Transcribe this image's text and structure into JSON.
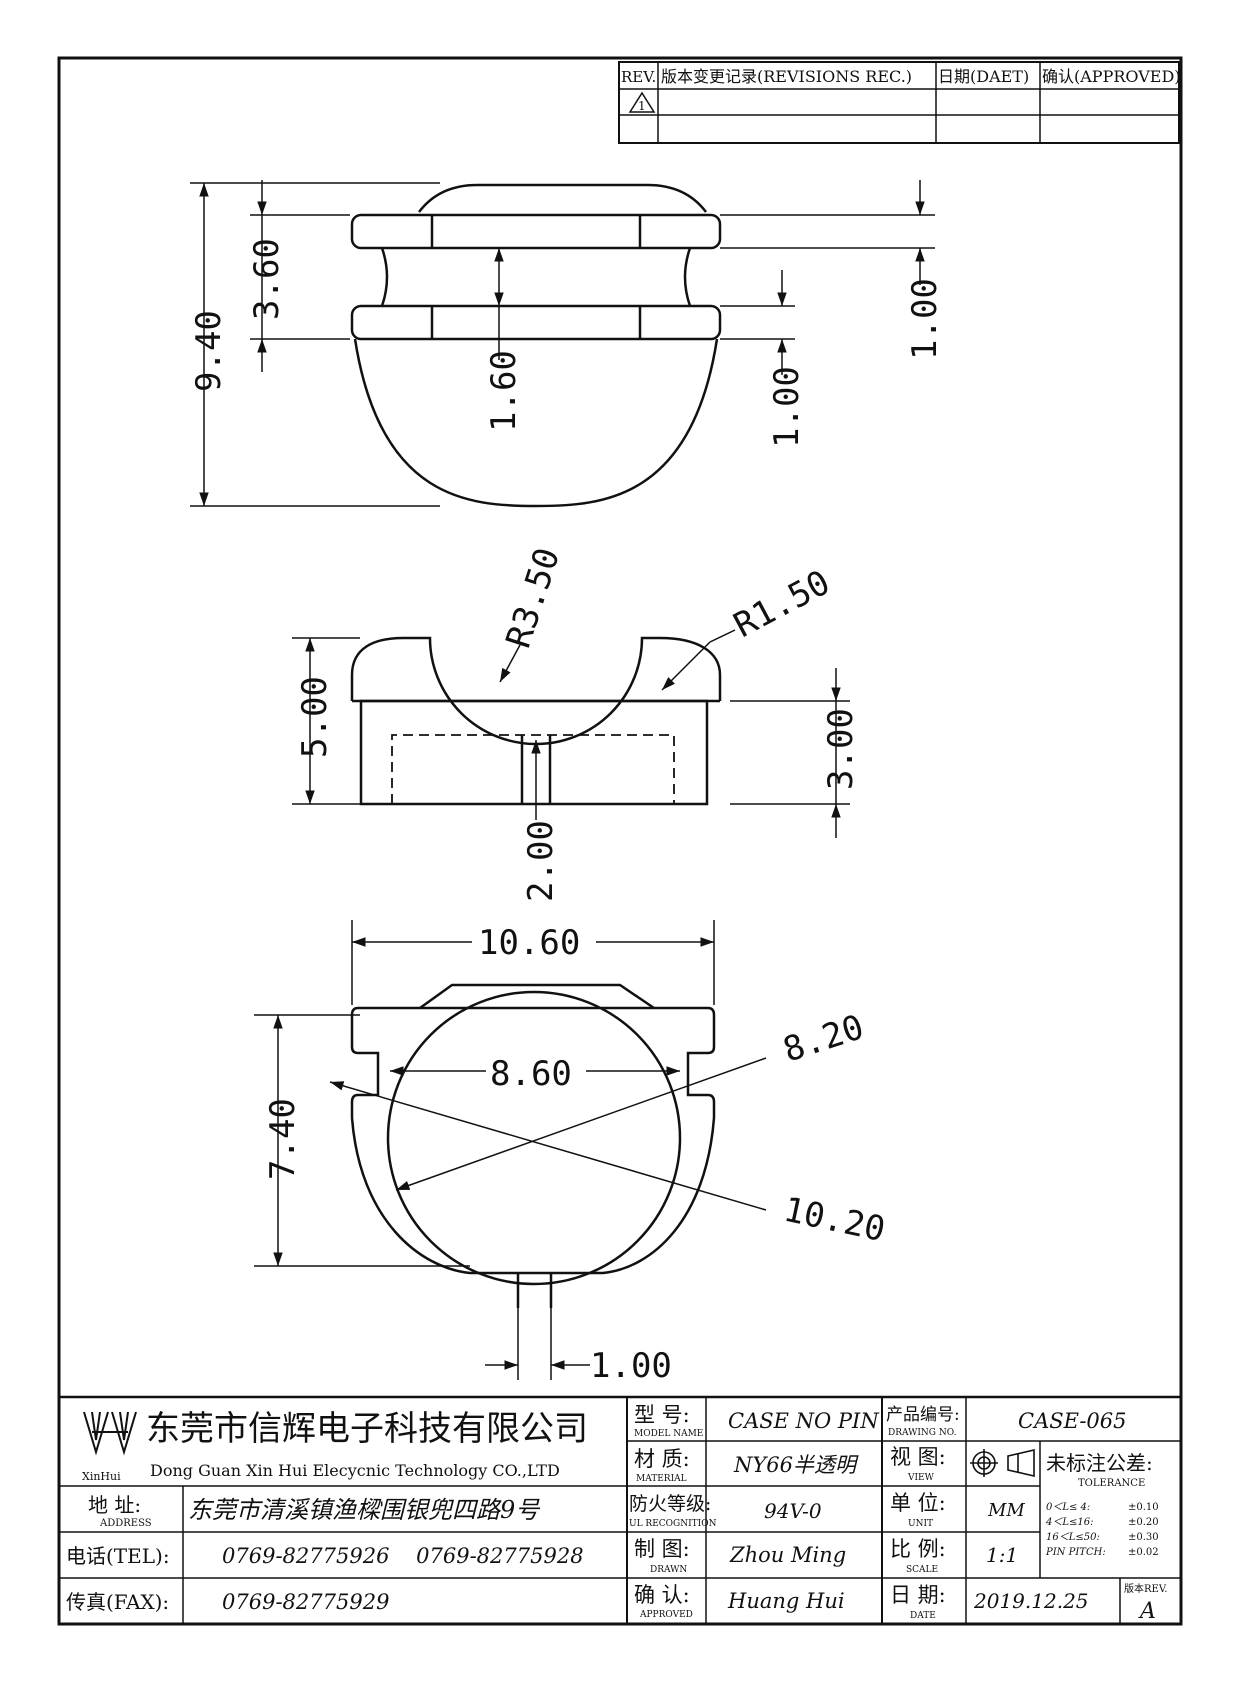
{
  "revision_table": {
    "headers": [
      "REV.",
      "版本变更记录(REVISIONS REC.)",
      "日期(DAET)",
      "确认(APPROVED)"
    ],
    "rev_mark": "1"
  },
  "views": {
    "top": {
      "overall_height": "9.40",
      "flange_pitch": "3.60",
      "gap": "1.60",
      "flange_a": "1.00",
      "flange_b": "1.00"
    },
    "side": {
      "radius_large": "R3.50",
      "radius_small": "R1.50",
      "height": "5.00",
      "base": "3.00",
      "slot": "2.00"
    },
    "bottom": {
      "width": "10.60",
      "depth": "7.40",
      "inner": "8.60",
      "d1": "8.20",
      "d2": "10.20",
      "gap": "1.00"
    }
  },
  "title_block": {
    "company_cn": "东莞市信辉电子科技有限公司",
    "company_en": "Dong Guan Xin Hui Elecycnic Technology CO.,LTD",
    "logo_text": "XinHui",
    "address_label": "地 址:",
    "address_label_en": "ADDRESS",
    "address": "东莞市清溪镇渔樑围银兜四路9号",
    "tel_label": "电话(TEL):",
    "tel": "0769-82775926    0769-82775928",
    "fax_label": "传真(FAX):",
    "fax": "0769-82775929",
    "model_label": "型 号:",
    "model_label_en": "MODEL NAME",
    "model": "CASE NO PIN",
    "material_label": "材 质:",
    "material_label_en": "MATERIAL",
    "material": "NY66半透明",
    "fire_label": "防火等级:",
    "fire_label_en": "UL RECOGNITION",
    "fire": "94V-0",
    "drawn_label": "制 图:",
    "drawn_label_en": "DRAWN",
    "drawn": "Zhou Ming",
    "approved_label": "确 认:",
    "approved_label_en": "APPROVED",
    "approved": "Huang Hui",
    "drawing_no_label": "产品编号:",
    "drawing_no_label_en": "DRAWING NO.",
    "drawing_no": "CASE-065",
    "view_label": "视 图:",
    "view_label_en": "VIEW",
    "unit_label": "单 位:",
    "unit_label_en": "UNIT",
    "unit": "MM",
    "scale_label": "比 例:",
    "scale_label_en": "SCALE",
    "scale": "1:1",
    "date_label": "日 期:",
    "date_label_en": "DATE",
    "date": "2019.12.25",
    "tolerance_label": "未标注公差:",
    "tolerance_label_en": "TOLERANCE",
    "tolerances": [
      {
        "range": "0＜L≤ 4:",
        "value": "±0.10"
      },
      {
        "range": "4＜L≤16:",
        "value": "±0.20"
      },
      {
        "range": "16＜L≤50:",
        "value": "±0.30"
      },
      {
        "range": "PIN PITCH:",
        "value": "±0.02"
      }
    ],
    "rev_label": "版本REV.",
    "rev": "A"
  }
}
